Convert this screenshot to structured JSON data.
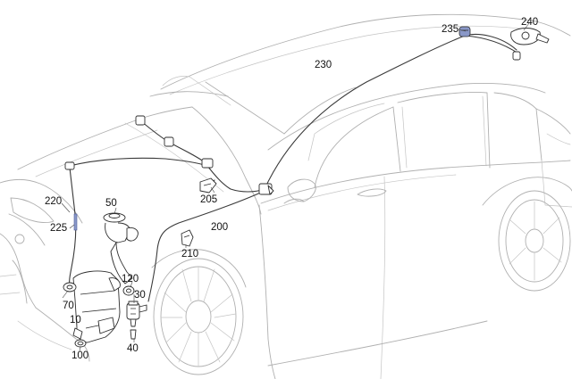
{
  "diagram": {
    "labels": {
      "p230": "230",
      "p235": "235",
      "p240": "240",
      "p220": "220",
      "p225": "225",
      "p50": "50",
      "p205": "205",
      "p200": "200",
      "p210": "210",
      "p120": "120",
      "p30": "30",
      "p70": "70",
      "p10": "10",
      "p100": "100",
      "p40": "40"
    },
    "colors": {
      "car_outline": "#b0b0b0",
      "hose": "#3a3a3a",
      "part_highlight": "#8a98c8"
    }
  }
}
